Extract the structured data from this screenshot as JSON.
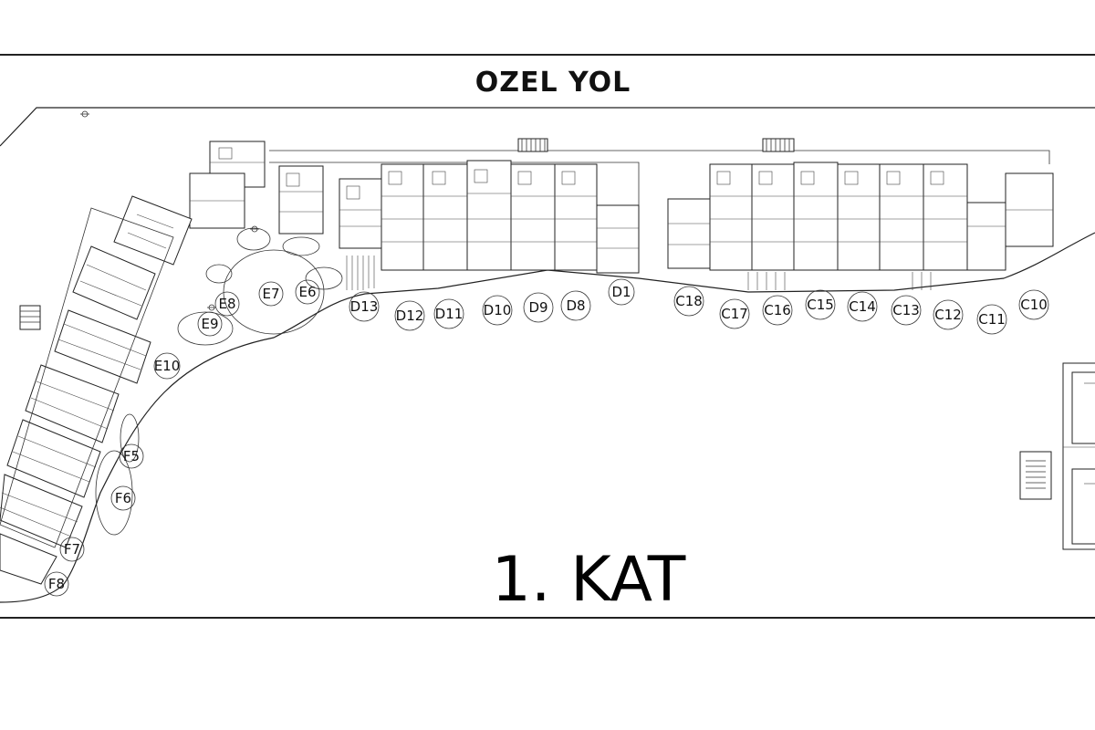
{
  "plan": {
    "road_label": "OZEL YOL",
    "floor_label": "1. KAT",
    "units_row_d": [
      "D13",
      "D12",
      "D11",
      "D10",
      "D9",
      "D8",
      "D1"
    ],
    "units_row_c": [
      "C18",
      "C17",
      "C16",
      "C15",
      "C14",
      "C13",
      "C12",
      "C11",
      "C10"
    ],
    "units_e": [
      "E6",
      "E7",
      "E8",
      "E9",
      "E10"
    ],
    "units_f": [
      "F5",
      "F6",
      "F7",
      "F8"
    ]
  }
}
